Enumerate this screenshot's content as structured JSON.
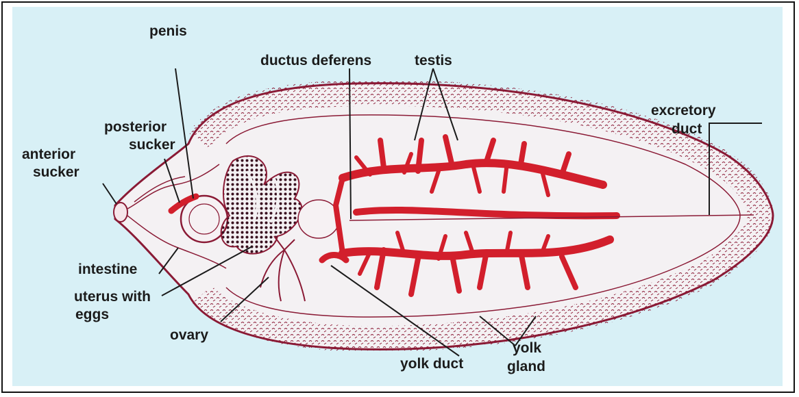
{
  "labels": {
    "penis": "penis",
    "ductus_deferens": "ductus deferens",
    "testis": "testis",
    "excretory_duct_1": "excretory",
    "excretory_duct_2": "duct",
    "posterior_sucker_1": "posterior",
    "posterior_sucker_2": "sucker",
    "anterior_sucker_1": "anterior",
    "anterior_sucker_2": "sucker",
    "intestine": "intestine",
    "uterus_1": "uterus with",
    "uterus_2": "eggs",
    "ovary": "ovary",
    "yolk_duct": "yolk duct",
    "yolk_gland_1": "yolk",
    "yolk_gland_2": "gland"
  },
  "colors": {
    "background": "#d8f0f6",
    "outline": "#8a1a35",
    "testis": "#d21f2c",
    "text": "#1b1b1b"
  }
}
